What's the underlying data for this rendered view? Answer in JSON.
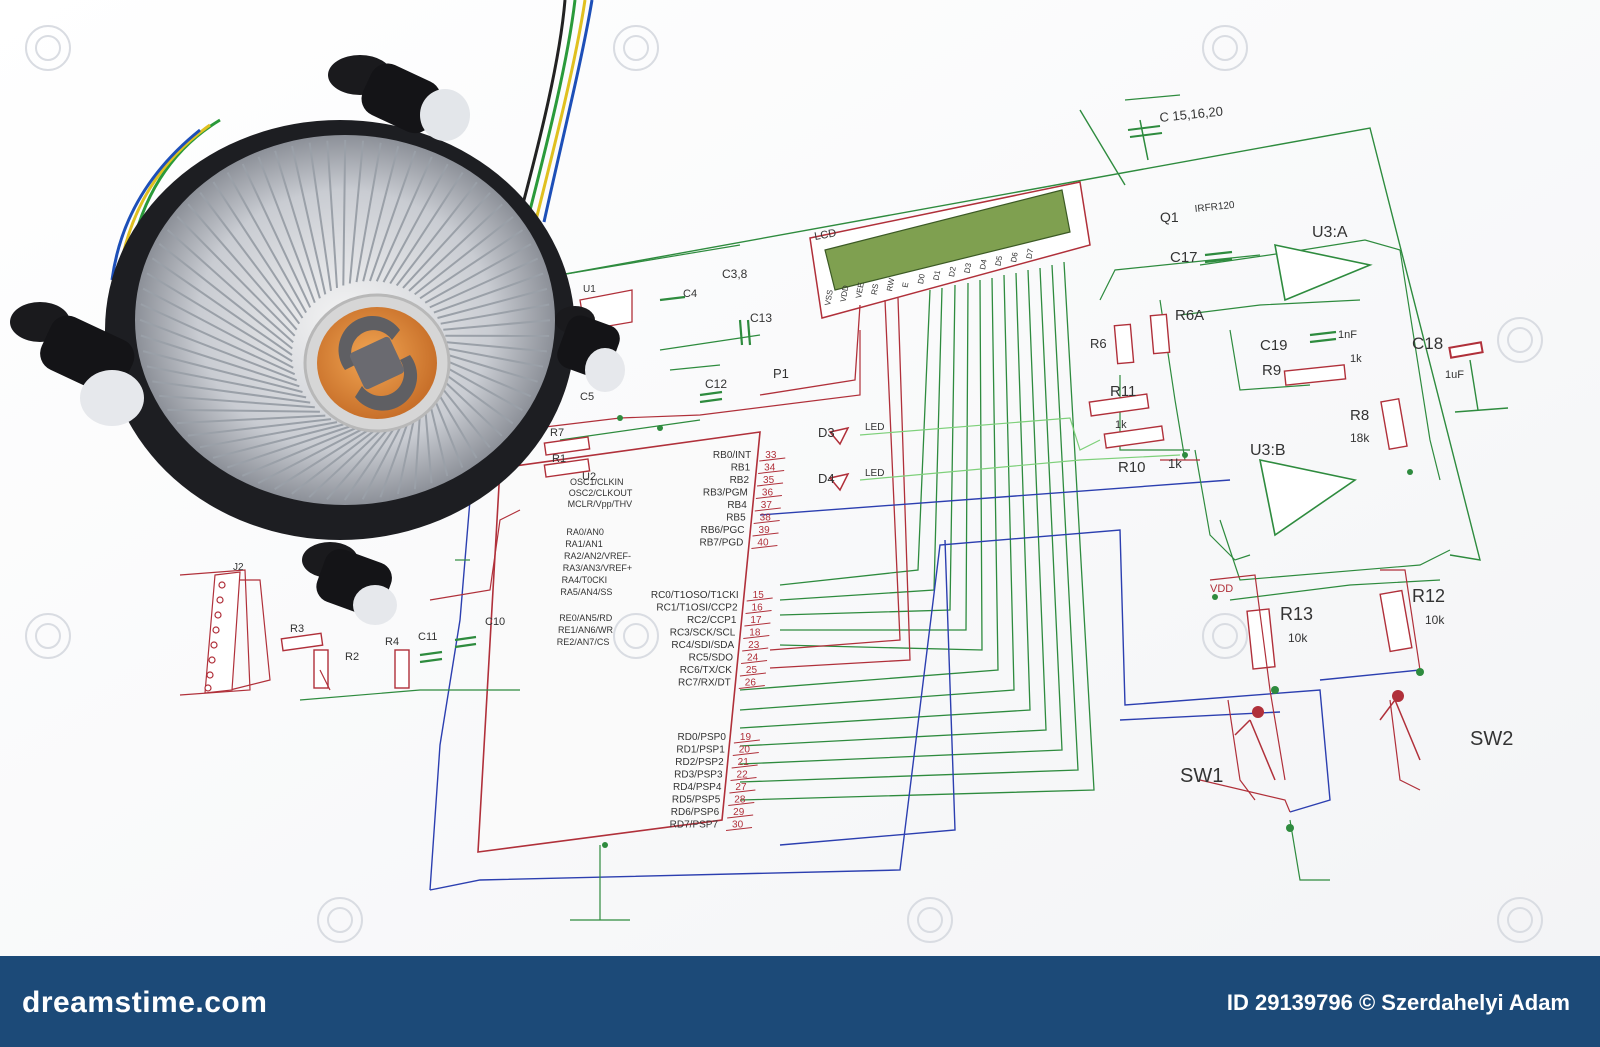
{
  "photo": {
    "subject": "CPU cooler on printed circuit schematic",
    "schematic_labels": {
      "c15": "C 15,16,20",
      "lcd": "LCD",
      "u1": "U1",
      "u2": "U2",
      "c38": "C3,8",
      "c4": "C4",
      "c13": "C13",
      "c12": "C12",
      "c5": "C5",
      "p1": "P1",
      "q1": "Q1",
      "q1_part": "IRFR120",
      "c17": "C17",
      "u3a": "U3:A",
      "r6": "R6",
      "r6a": "R6A",
      "c19": "C19",
      "c18": "C18",
      "r9": "R9",
      "r11": "R11",
      "r10": "R10",
      "r8": "R8",
      "u3b": "U3:B",
      "r7": "R7",
      "r1": "R1",
      "d3": "D3",
      "d4": "D4",
      "led": "LED",
      "vdd": "VDD",
      "j2": "J2",
      "r3": "R3",
      "r2": "R2",
      "r4": "R4",
      "c11": "C11",
      "c10": "C10",
      "r13": "R13",
      "r12": "R12",
      "r13_val": "10k",
      "r12_val": "10k",
      "r8_val": "18k",
      "sw1": "SW1",
      "sw2": "SW2",
      "r10_val": "1k",
      "r11_val": "1k",
      "c18_val": "1uF",
      "c19_val": "1nF",
      "r9_val": "1k"
    },
    "u2_pins_left": [
      "OSC1/CLKIN",
      "OSC2/CLKOUT",
      "MCLR/Vpp/THV",
      "RA0/AN0",
      "RA1/AN1",
      "RA2/AN2/VREF-",
      "RA3/AN3/VREF+",
      "RA4/T0CKI",
      "RA5/AN4/SS",
      "RE0/AN5/RD",
      "RE1/AN6/WR",
      "RE2/AN7/CS"
    ],
    "u2_pins_right": [
      "RB0/INT",
      "RB1",
      "RB2",
      "RB3/PGM",
      "RB4",
      "RB5",
      "RB6/PGC",
      "RB7/PGD",
      "RC0/T1OSO/T1CKI",
      "RC1/T1OSI/CCP2",
      "RC2/CCP1",
      "RC3/SCK/SCL",
      "RC4/SDI/SDA",
      "RC5/SDO",
      "RC6/TX/CK",
      "RC7/RX/DT",
      "RD0/PSP0",
      "RD1/PSP1",
      "RD2/PSP2",
      "RD3/PSP3",
      "RD4/PSP4",
      "RD5/PSP5",
      "RD6/PSP6",
      "RD7/PSP7"
    ],
    "u2_pin_numbers": [
      "33",
      "34",
      "35",
      "36",
      "37",
      "38",
      "39",
      "40",
      "15",
      "16",
      "17",
      "18",
      "23",
      "24",
      "25",
      "26",
      "19",
      "20",
      "21",
      "22",
      "27",
      "28",
      "29",
      "30"
    ],
    "lcd_pins": [
      "VSS",
      "VDD",
      "VEE",
      "RS",
      "RW",
      "E",
      "D0",
      "D1",
      "D2",
      "D3",
      "D4",
      "D5",
      "D6",
      "D7"
    ]
  },
  "watermark": {
    "brand": "dreamstime.com",
    "credit": "ID 29139796 © Szerdahelyi Adam"
  },
  "colors": {
    "footer": "#1c4a78",
    "red_trace": "#b0303a",
    "green_trace": "#2e8b3e",
    "blue_trace": "#2c3fb0",
    "lcd_screen": "#7fa050",
    "cooler_core": "#e8923a"
  }
}
